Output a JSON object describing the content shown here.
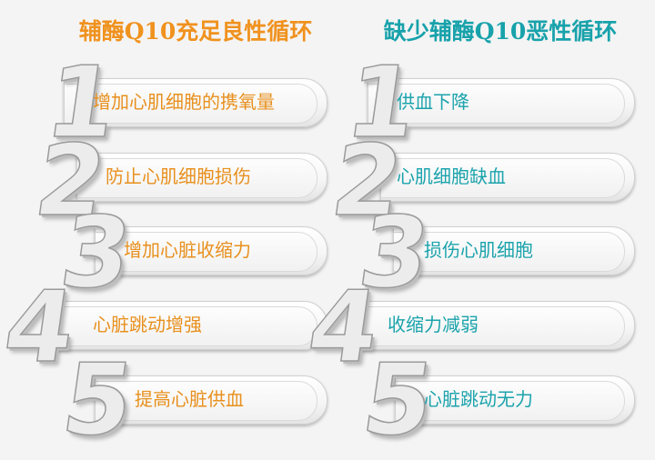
{
  "left_column": {
    "title": "辅酶Q10充足良性循环",
    "title_color": "#f0921e",
    "text_color": "#e8901e",
    "items": [
      {
        "number": "1",
        "label": "增加心肌细胞的携氧量"
      },
      {
        "number": "2",
        "label": "防止心肌细胞损伤"
      },
      {
        "number": "3",
        "label": "增加心脏收缩力"
      },
      {
        "number": "4",
        "label": "心脏跳动增强"
      },
      {
        "number": "5",
        "label": "提高心脏供血"
      }
    ]
  },
  "right_column": {
    "title": "缺少辅酶Q10恶性循环",
    "title_color": "#18a2ab",
    "text_color": "#1ba3ac",
    "items": [
      {
        "number": "1",
        "label": "供血下降"
      },
      {
        "number": "2",
        "label": "心肌细胞缺血"
      },
      {
        "number": "3",
        "label": "损伤心肌细胞"
      },
      {
        "number": "4",
        "label": "收缩力减弱"
      },
      {
        "number": "5",
        "label": "心脏跳动无力"
      }
    ]
  }
}
